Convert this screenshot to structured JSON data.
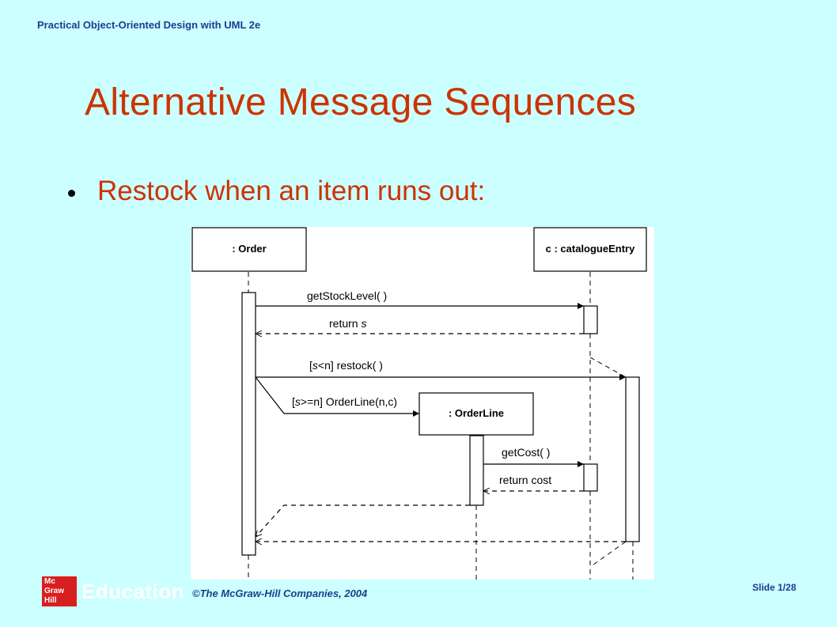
{
  "header": {
    "title": "Practical Object-Oriented Design with UML 2e"
  },
  "slide": {
    "title": "Alternative Message Sequences",
    "bullet": "Restock when an item runs out:"
  },
  "diagram": {
    "objects": {
      "order": ": Order",
      "catalogue_entry": "c : catalogueEntry",
      "order_line": ": OrderLine"
    },
    "messages": {
      "get_stock_level": "getStockLevel( )",
      "return_s_prefix": "return ",
      "return_s_var": "s",
      "restock_open": "[",
      "restock_var": "s",
      "restock_rest": "<n] restock( )",
      "orderline_open": "[",
      "orderline_var": "s",
      "orderline_rest": ">=n] OrderLine(n,c)",
      "get_cost": "getCost( )",
      "return_cost": "return cost"
    }
  },
  "footer": {
    "logo_box": "Mc Graw Hill",
    "logo_word": "Education",
    "copyright": "©The McGraw-Hill Companies, 2004",
    "slide_number": "Slide 1/28"
  }
}
